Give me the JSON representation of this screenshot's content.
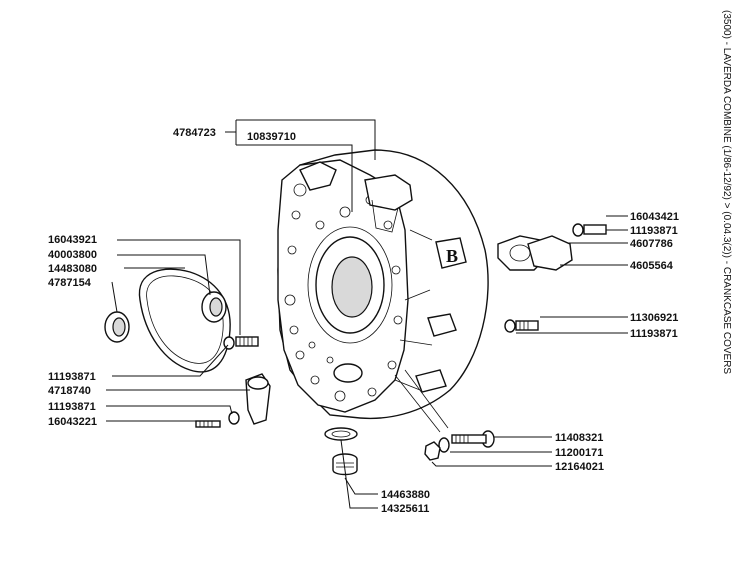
{
  "sidebar_title": "(3500) - LAVERDA COMBINE (1/86-12/92) > (0.04.3(2)) - CRANKCASE COVERS",
  "labels": {
    "p4784723": "4784723",
    "p10839710": "10839710",
    "p16043921": "16043921",
    "p40003800": "40003800",
    "p14483080": "14483080",
    "p4787154": "4787154",
    "p11193871a": "11193871",
    "p4718740": "4718740",
    "p11193871b": "11193871",
    "p16043221": "16043221",
    "p14463880": "14463880",
    "p14325611": "14325611",
    "p11408321": "11408321",
    "p11200171": "11200171",
    "p12164021": "12164021",
    "p16043421": "16043421",
    "p11193871c": "11193871",
    "p4607786": "4607786",
    "p4605564": "4605564",
    "p11306921": "11306921",
    "p11193871d": "11193871"
  }
}
